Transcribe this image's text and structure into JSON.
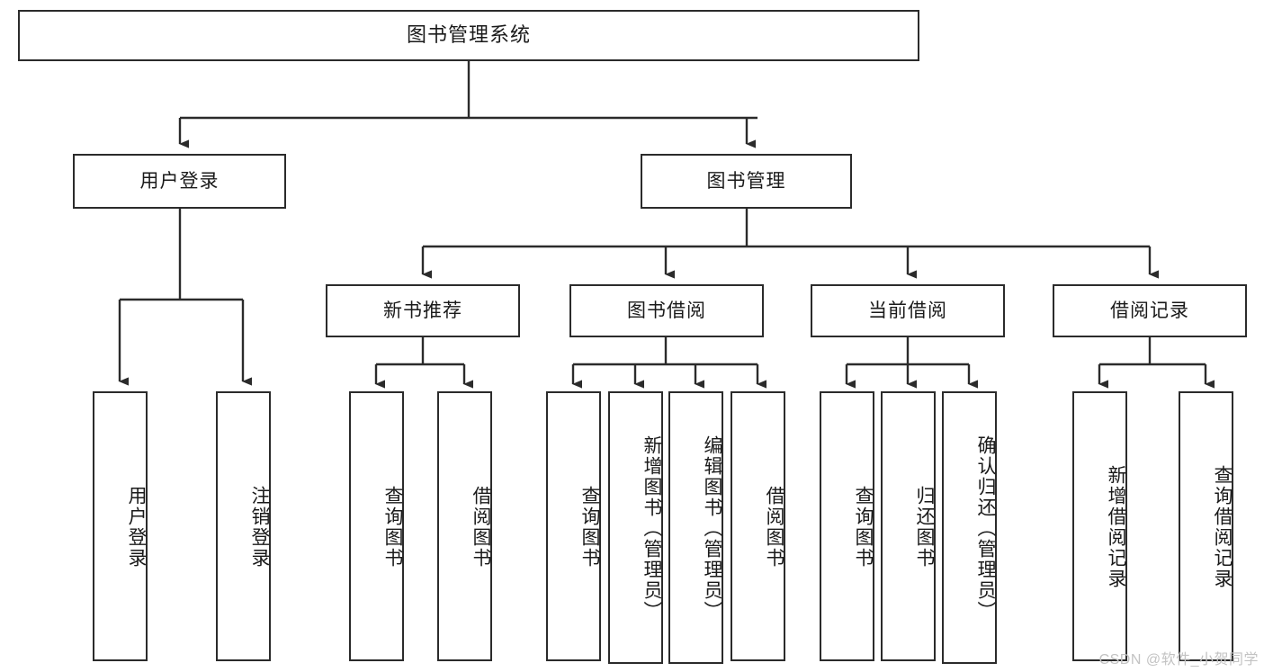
{
  "diagram": {
    "title": "图书管理系统",
    "type": "tree",
    "watermark": "CSDN @软件_小贺同学",
    "colors": {
      "stroke": "#2b2b2b",
      "fill": "#ffffff",
      "text": "#1a1a1a",
      "watermark": "#c3c3c3"
    },
    "levels": {
      "root": {
        "label": "图书管理系统"
      },
      "level2": [
        {
          "id": "user-login",
          "label": "用户登录"
        },
        {
          "id": "book-manage",
          "label": "图书管理"
        }
      ],
      "level3": [
        {
          "id": "new-book-recommend",
          "label": "新书推荐",
          "parent": "book-manage"
        },
        {
          "id": "book-borrow",
          "label": "图书借阅",
          "parent": "book-manage"
        },
        {
          "id": "current-borrow",
          "label": "当前借阅",
          "parent": "book-manage"
        },
        {
          "id": "borrow-record",
          "label": "借阅记录",
          "parent": "book-manage"
        }
      ],
      "leaves": [
        {
          "id": "leaf-user-login",
          "label": "用户登录",
          "parent": "user-login"
        },
        {
          "id": "leaf-logout",
          "label": "注销登录",
          "parent": "user-login"
        },
        {
          "id": "leaf-query-book-1",
          "label": "查询图书",
          "parent": "new-book-recommend"
        },
        {
          "id": "leaf-borrow-book-1",
          "label": "借阅图书",
          "parent": "new-book-recommend"
        },
        {
          "id": "leaf-query-book-2",
          "label": "查询图书",
          "parent": "book-borrow"
        },
        {
          "id": "leaf-add-book",
          "label": "新增图书（管理员）",
          "parent": "book-borrow"
        },
        {
          "id": "leaf-edit-book",
          "label": "编辑图书（管理员）",
          "parent": "book-borrow"
        },
        {
          "id": "leaf-borrow-book-2",
          "label": "借阅图书",
          "parent": "book-borrow"
        },
        {
          "id": "leaf-query-book-3",
          "label": "查询图书",
          "parent": "current-borrow"
        },
        {
          "id": "leaf-return-book",
          "label": "归还图书",
          "parent": "current-borrow"
        },
        {
          "id": "leaf-confirm-return",
          "label": "确认归还（管理员）",
          "parent": "current-borrow"
        },
        {
          "id": "leaf-add-record",
          "label": "新增借阅记录",
          "parent": "borrow-record"
        },
        {
          "id": "leaf-query-record",
          "label": "查询借阅记录",
          "parent": "borrow-record"
        }
      ]
    }
  }
}
